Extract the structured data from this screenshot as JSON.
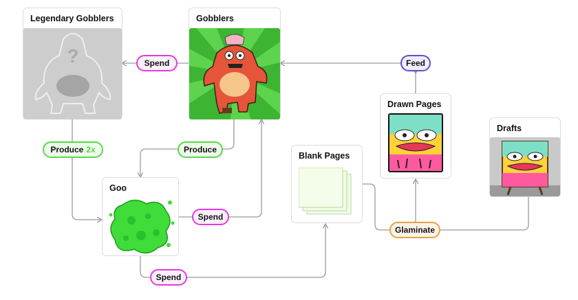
{
  "nodes": {
    "legendary": {
      "title": "Legendary Gobblers"
    },
    "gobblers": {
      "title": "Gobblers"
    },
    "goo": {
      "title": "Goo"
    },
    "blank": {
      "title": "Blank Pages"
    },
    "drawn": {
      "title": "Drawn Pages"
    },
    "drafts": {
      "title": "Drafts"
    }
  },
  "edges": {
    "spend_legendary": "Spend",
    "feed": "Feed",
    "produce_legendary": "Produce",
    "produce_legendary_mult": "2x",
    "produce_gobblers": "Produce",
    "spend_goo_gobblers": "Spend",
    "spend_goo_blank": "Spend",
    "glaminate": "Glaminate"
  },
  "colors": {
    "spend": "#e03ae0",
    "produce": "#5ed44e",
    "feed": "#5a4fcf",
    "glaminate": "#e8a04a",
    "connector": "#9a9a9a"
  }
}
